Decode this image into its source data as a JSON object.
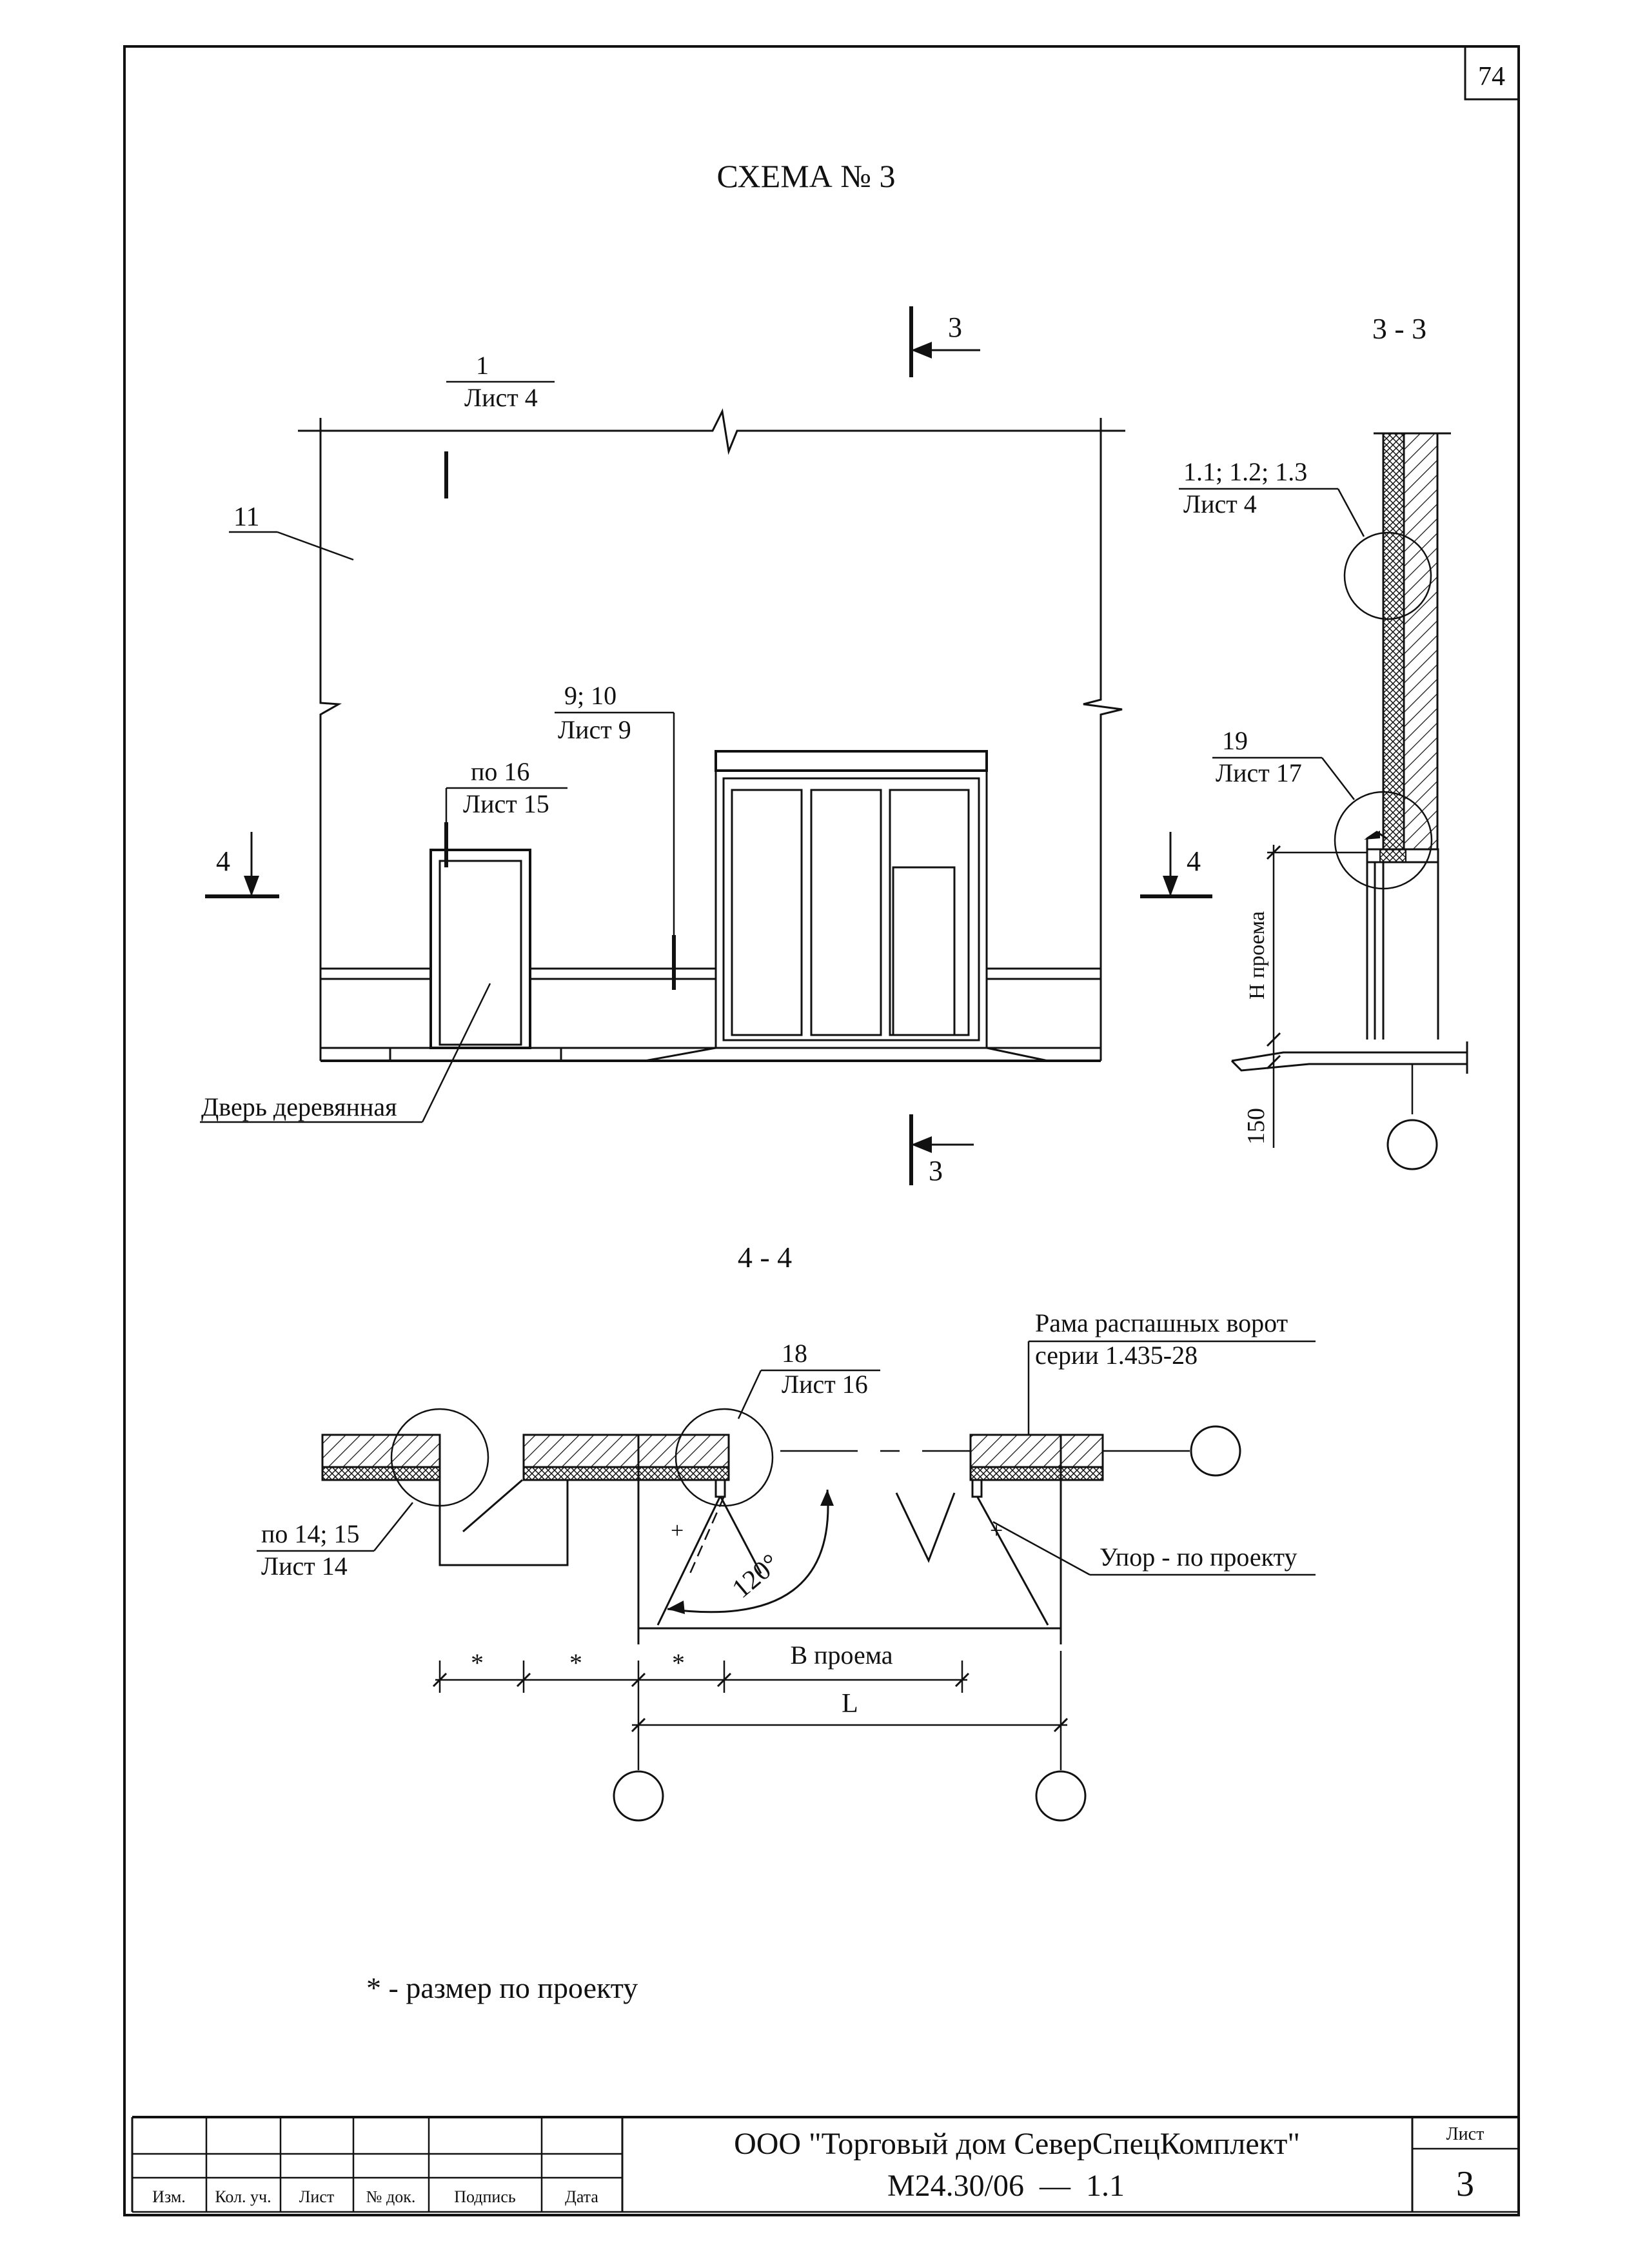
{
  "page_no": "74",
  "title": "СХЕМА № 3",
  "section_3_3": "3 - 3",
  "section_4_4": "4 - 4",
  "cut": {
    "num3": "3",
    "num4": "4"
  },
  "callouts": {
    "c1_num": "1",
    "c1_sheet": "Лист 4",
    "c11": "11",
    "c9_num": "9; 10",
    "c9_sheet": "Лист 9",
    "c16_num": "по 16",
    "c16_sheet": "Лист 15",
    "door_label": "Дверь деревянная",
    "c113_num": "1.1; 1.2; 1.3",
    "c113_sheet": "Лист 4",
    "c19_num": "19",
    "c19_sheet": "Лист 17",
    "h_opening": "Н проема",
    "dim150": "150",
    "c18_num": "18",
    "c18_sheet": "Лист 16",
    "frame1": "Рама распашных ворот",
    "frame2": "серии 1.435-28",
    "c14_num": "по 14; 15",
    "c14_sheet": "Лист 14",
    "angle": "120°",
    "stop": "Упор - по проекту",
    "star": "*",
    "b_opening": "В проема",
    "L": "L"
  },
  "note": "* - размер по проекту",
  "title_block": {
    "headers": [
      "Изм.",
      "Кол. уч.",
      "Лист",
      "№ док.",
      "Подпись",
      "Дата"
    ],
    "company": "ООО \"Торговый дом СеверСпецКомплект\"",
    "code": "М24.30/06  —  1.1",
    "sheet_label": "Лист",
    "sheet_no": "3"
  }
}
